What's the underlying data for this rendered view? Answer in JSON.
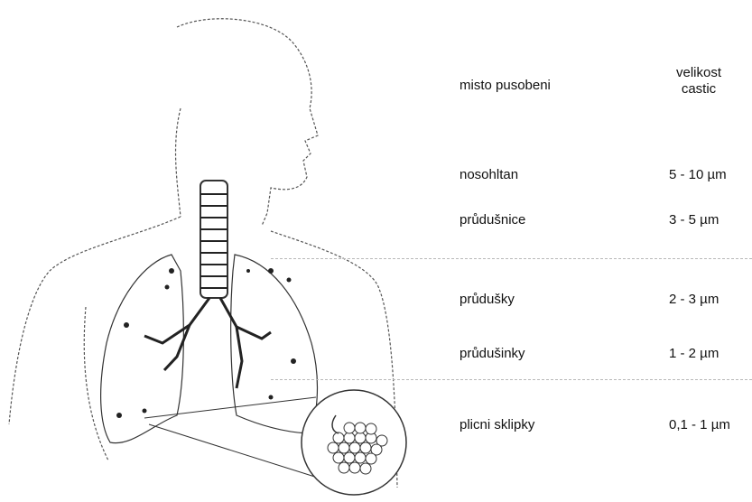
{
  "table": {
    "header_site": "misto pusobeni",
    "header_size_line1": "velikost",
    "header_size_line2": "castic",
    "rows": [
      {
        "site": "nosohltan",
        "size": "5 - 10 µm"
      },
      {
        "site": "průdušnice",
        "size": "3 - 5 µm"
      },
      {
        "site": "průdušky",
        "size": "2 - 3 µm"
      },
      {
        "site": "průdušinky",
        "size": "1 - 2 µm"
      },
      {
        "site": "plicni sklipky",
        "size": "0,1 - 1 µm"
      }
    ]
  }
}
